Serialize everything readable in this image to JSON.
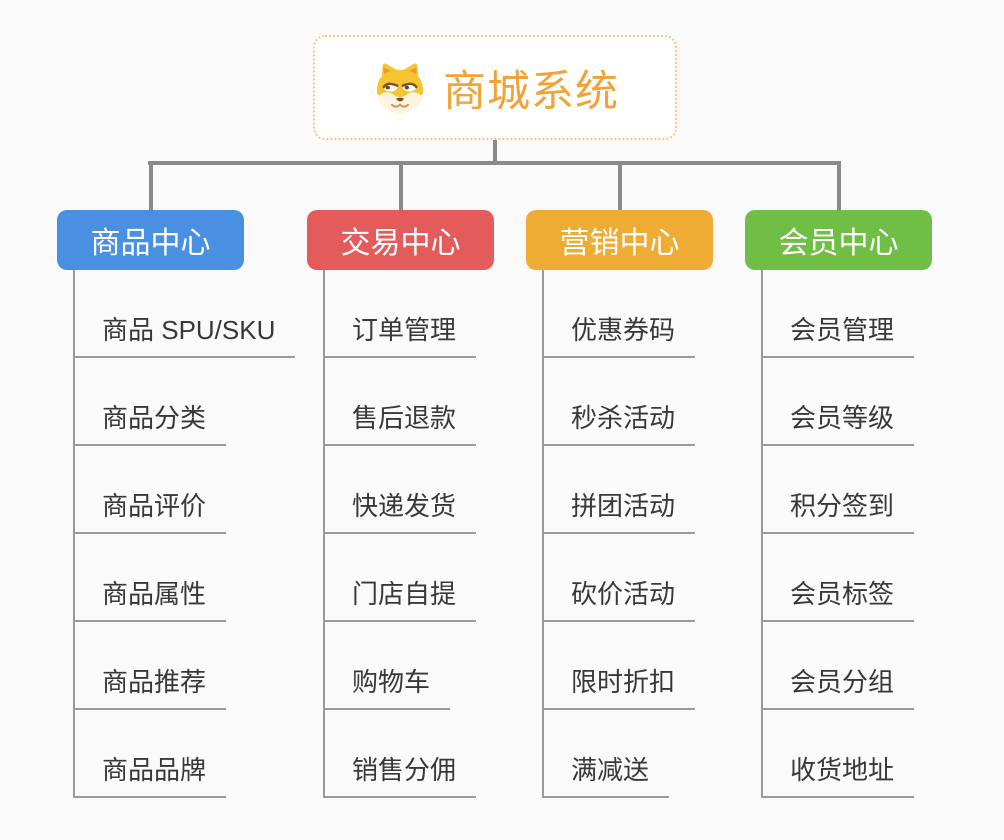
{
  "root": {
    "title": "商城系统",
    "icon": "dog-face-icon"
  },
  "branches": [
    {
      "label": "商品中心",
      "color": "#4A90E2",
      "children": [
        "商品 SPU/SKU",
        "商品分类",
        "商品评价",
        "商品属性",
        "商品推荐",
        "商品品牌"
      ]
    },
    {
      "label": "交易中心",
      "color": "#E45B5B",
      "children": [
        "订单管理",
        "售后退款",
        "快递发货",
        "门店自提",
        "购物车",
        "销售分佣"
      ]
    },
    {
      "label": "营销中心",
      "color": "#EFAC34",
      "children": [
        "优惠券码",
        "秒杀活动",
        "拼团活动",
        "砍价活动",
        "限时折扣",
        "满减送"
      ]
    },
    {
      "label": "会员中心",
      "color": "#6FBE45",
      "children": [
        "会员管理",
        "会员等级",
        "积分签到",
        "会员标签",
        "会员分组",
        "收货地址"
      ]
    }
  ],
  "colors": {
    "root_text": "#F0A437",
    "root_border": "#F7C777",
    "connector": "#8A8A8A",
    "child_line": "#9A9A9A",
    "child_text": "#383838",
    "canvas_bg": "#FAFAFA"
  }
}
